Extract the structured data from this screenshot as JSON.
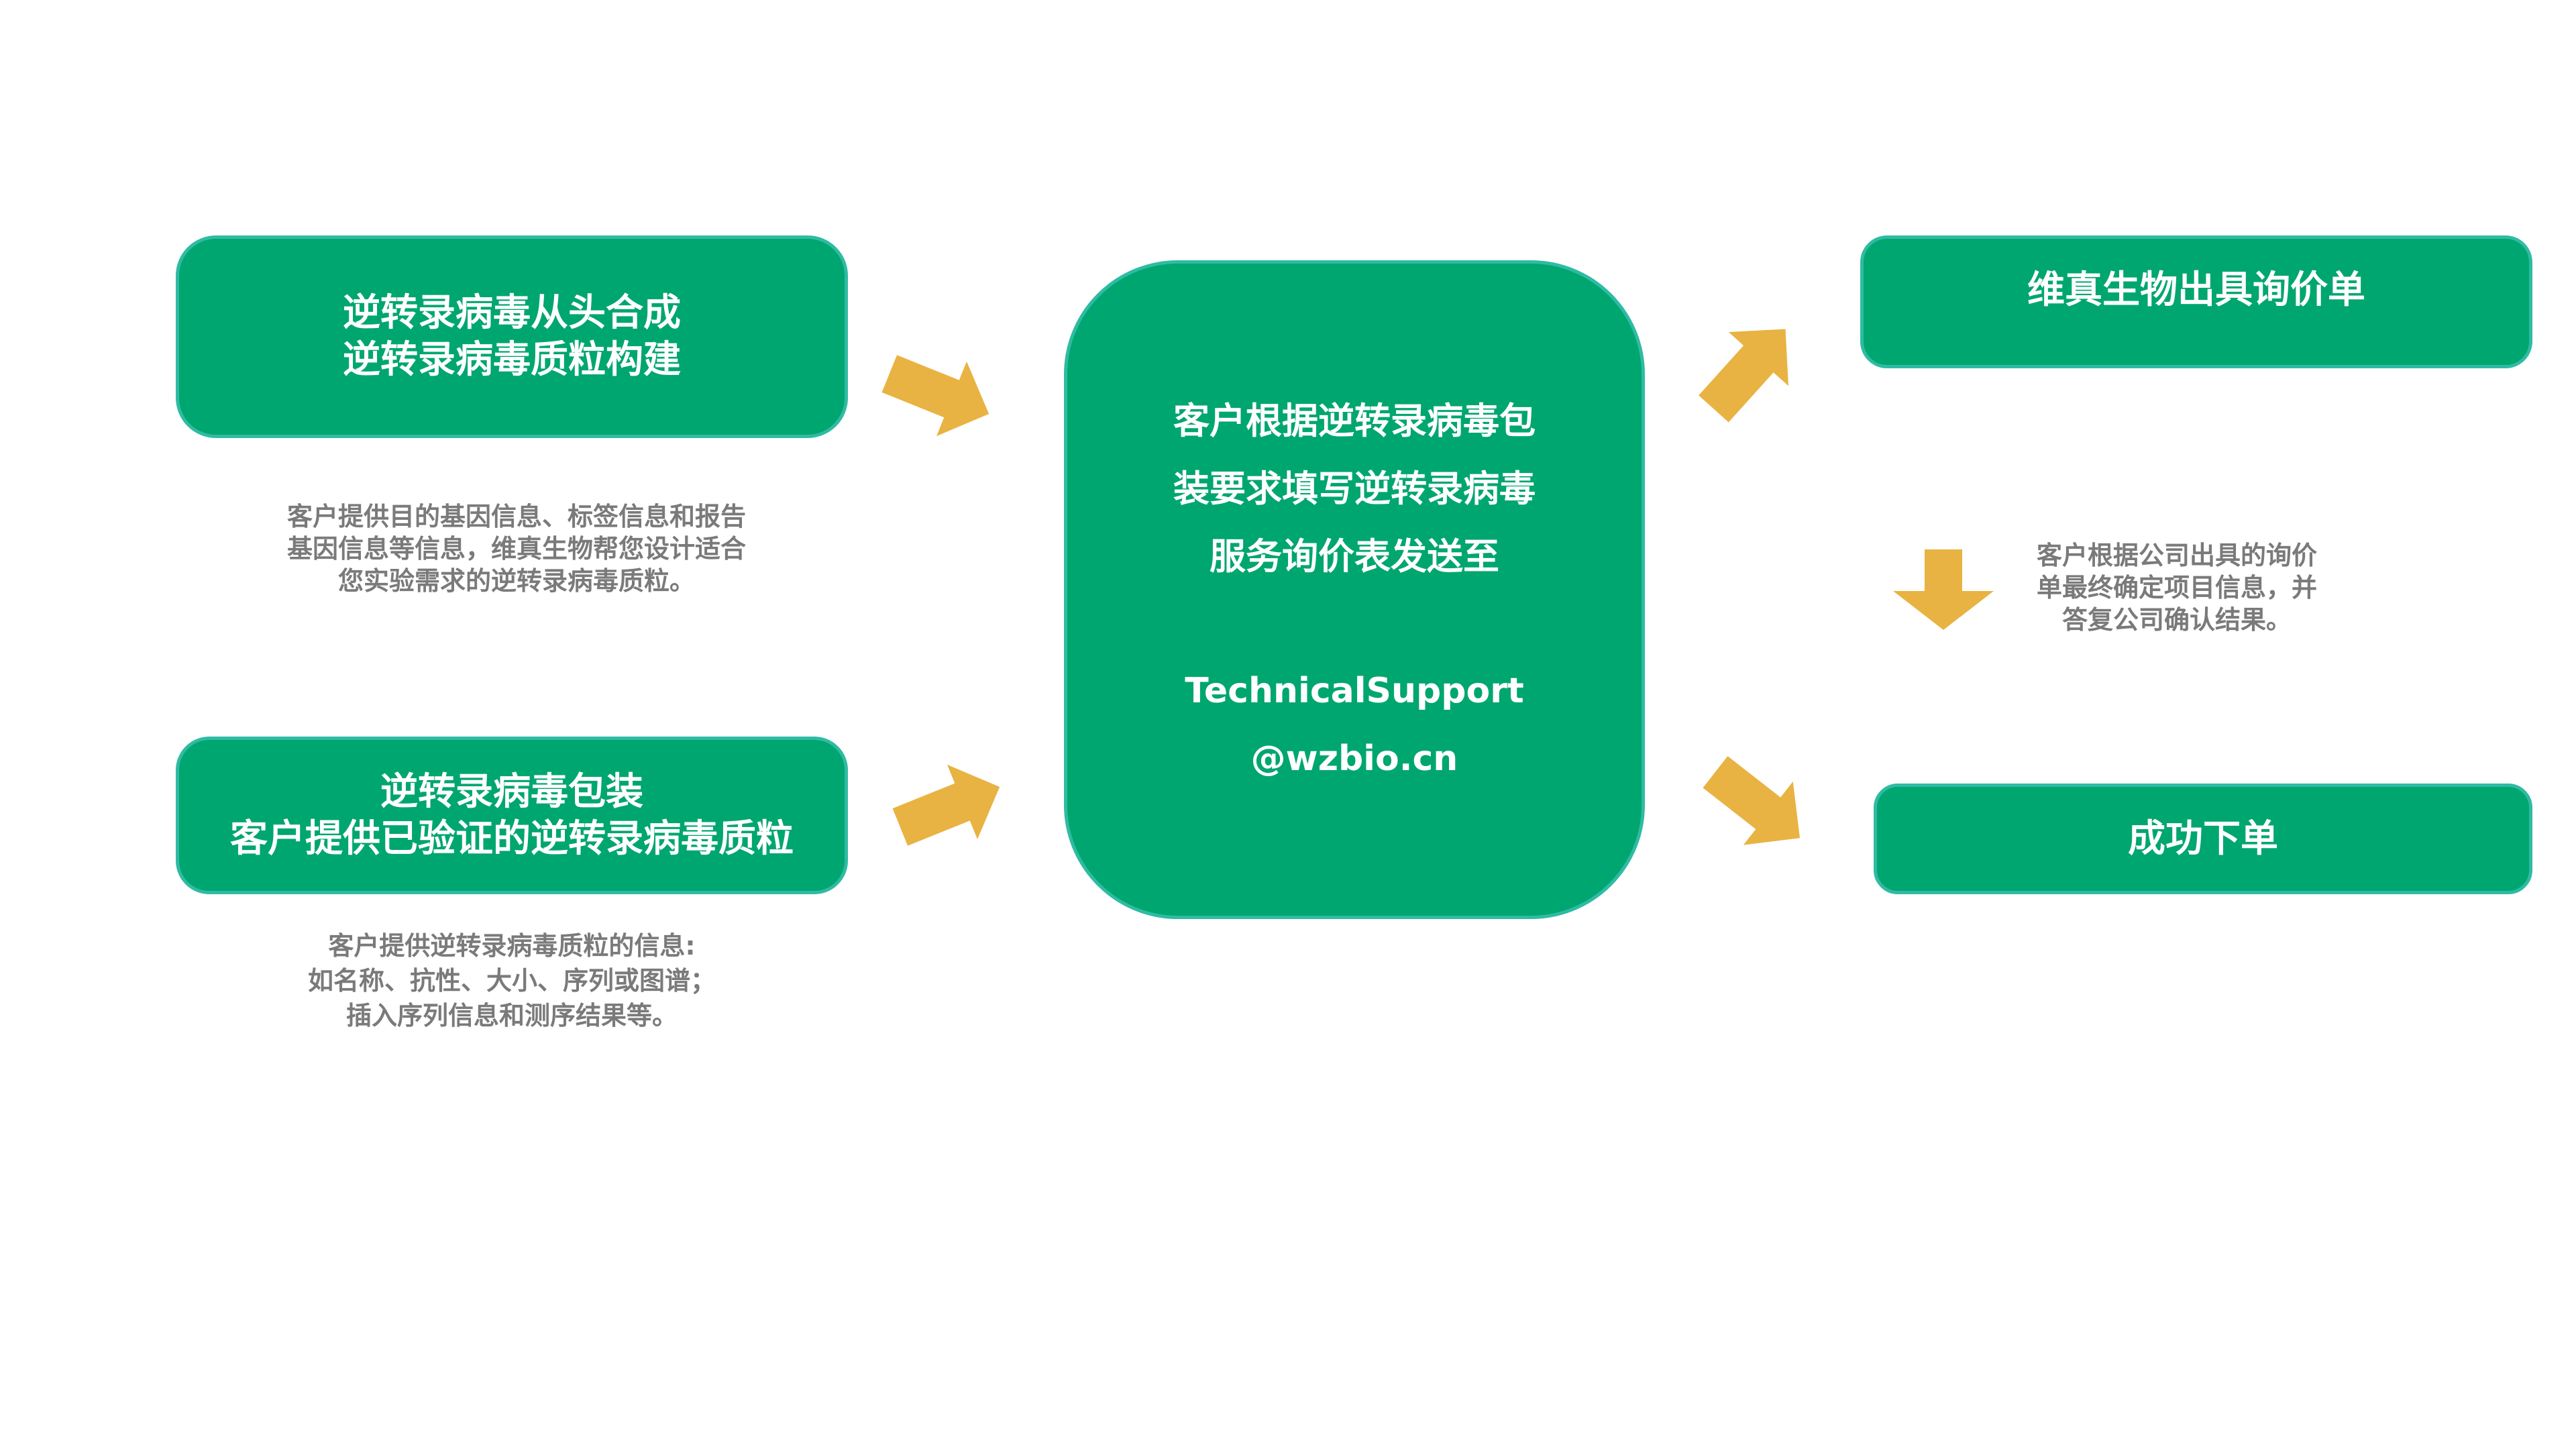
{
  "left_top": {
    "lines": [
      "逆转录病毒从头合成",
      "逆转录病毒质粒构建"
    ],
    "desc": [
      "客户提供目的基因信息、标签信息和报告",
      "基因信息等信息，维真生物帮您设计适合",
      "您实验需求的逆转录病毒质粒。"
    ]
  },
  "left_bottom": {
    "lines": [
      "逆转录病毒包装",
      "客户提供已验证的逆转录病毒质粒"
    ],
    "desc": [
      "客户提供逆转录病毒质粒的信息:",
      "如名称、抗性、大小、序列或图谱；",
      "插入序列信息和测序结果等。"
    ]
  },
  "center": {
    "lines": [
      "客户根据逆转录病毒包",
      "装要求填写逆转录病毒",
      "服务询价表发送至"
    ],
    "email": [
      "TechnicalSupport",
      "@wzbio.cn"
    ]
  },
  "right_top": {
    "label": "维真生物出具询价单"
  },
  "right_middle": {
    "desc": [
      "客户根据公司出具的询价",
      "单最终确定项目信息，并",
      "答复公司确认结果。"
    ]
  },
  "right_bottom": {
    "label": "成功下单"
  },
  "colors": {
    "box": "#00A66F",
    "border": "#2fbba3",
    "arrow": "#E8B342",
    "desc_text": "#7a7a7a"
  }
}
